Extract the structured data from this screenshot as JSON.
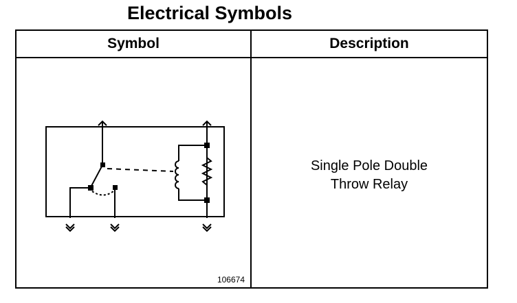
{
  "page": {
    "title": "Electrical Symbols"
  },
  "table": {
    "headers": {
      "symbol": "Symbol",
      "description": "Description"
    },
    "rows": [
      {
        "symbol_icon": "single-pole-double-throw-relay-symbol",
        "figure_number": "106674",
        "description_lines": [
          "Single Pole Double",
          "Throw Relay"
        ]
      }
    ]
  }
}
